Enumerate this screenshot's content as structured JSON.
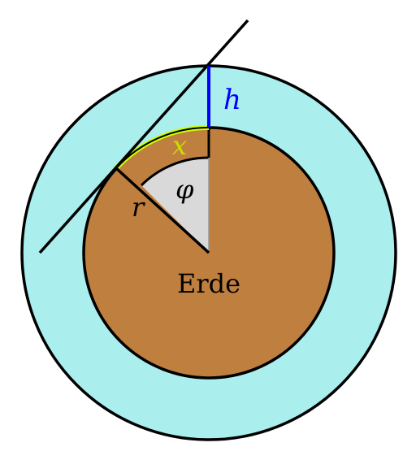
{
  "labels": {
    "height": "h",
    "arc": "x",
    "angle": "φ",
    "radius": "r",
    "body": "Erde"
  },
  "colors": {
    "atmosphere": "#aaeeee",
    "earth": "#bf803f",
    "sector": "#d9d9d9",
    "outline": "#000000",
    "height_line": "#0000ff",
    "arc_highlight": "#ccff00",
    "arc_label": "#ccdd00"
  }
}
